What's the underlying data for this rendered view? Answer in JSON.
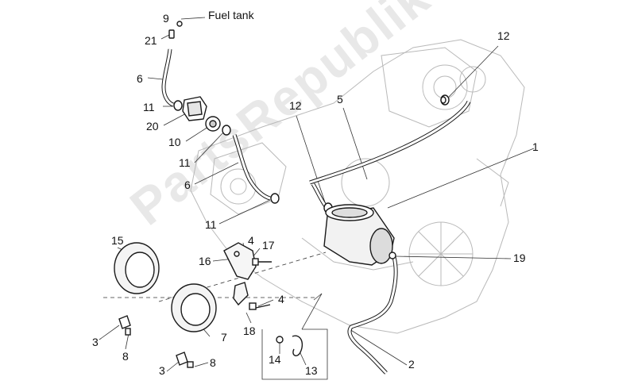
{
  "watermark": "PartsRepublik",
  "callouts": {
    "fuel_tank": "Fuel tank",
    "n9": "9",
    "n21": "21",
    "n6a": "6",
    "n11a": "11",
    "n20": "20",
    "n10": "10",
    "n11b": "11",
    "n6b": "6",
    "n11c": "11",
    "n12a": "12",
    "n5": "5",
    "n12b": "12",
    "n1": "1",
    "n15": "15",
    "n16": "16",
    "n4a": "4",
    "n17": "17",
    "n4b": "4",
    "n18": "18",
    "n19": "19",
    "n7": "7",
    "n3a": "3",
    "n8a": "8",
    "n3b": "3",
    "n8b": "8",
    "n14": "14",
    "n13": "13",
    "n2": "2"
  }
}
